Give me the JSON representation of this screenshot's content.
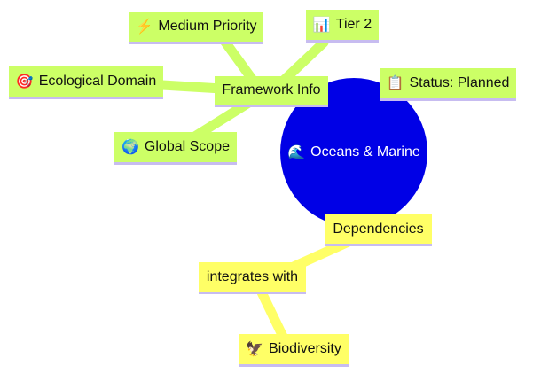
{
  "colors": {
    "center": "#0000e6",
    "branch_green": "#ccff66",
    "branch_yellow": "#ffff66",
    "node_border": "#c7bcf0"
  },
  "center": {
    "icon": "🌊",
    "icon_name": "wave-icon",
    "label": "Oceans & Marine"
  },
  "framework": {
    "label": "Framework Info",
    "children": [
      {
        "icon": "⚡",
        "icon_name": "lightning-icon",
        "label": "Medium Priority"
      },
      {
        "icon": "📊",
        "icon_name": "bar-chart-icon",
        "label": "Tier 2"
      },
      {
        "icon": "🎯",
        "icon_name": "target-icon",
        "label": "Ecological Domain"
      },
      {
        "icon": "📋",
        "icon_name": "clipboard-icon",
        "label": "Status: Planned"
      },
      {
        "icon": "🌍",
        "icon_name": "globe-icon",
        "label": "Global Scope"
      }
    ]
  },
  "dependencies": {
    "label": "Dependencies",
    "relation": "integrates with",
    "target": {
      "icon": "🦅",
      "icon_name": "eagle-icon",
      "label": "Biodiversity"
    }
  }
}
